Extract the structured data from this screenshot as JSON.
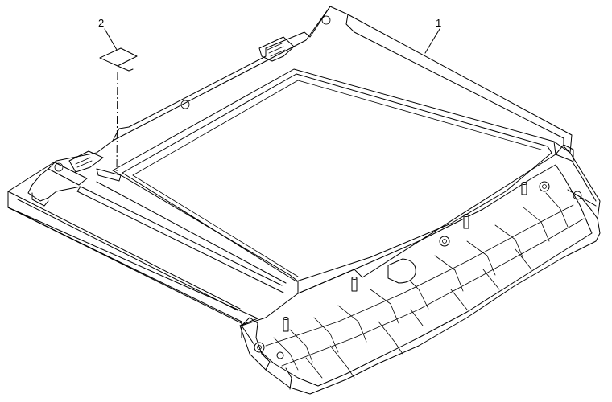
{
  "callouts": [
    {
      "id": "callout-1",
      "text": "1"
    },
    {
      "id": "callout-2",
      "text": "2"
    }
  ],
  "colors": {
    "line": "#000000",
    "background": "#ffffff"
  }
}
